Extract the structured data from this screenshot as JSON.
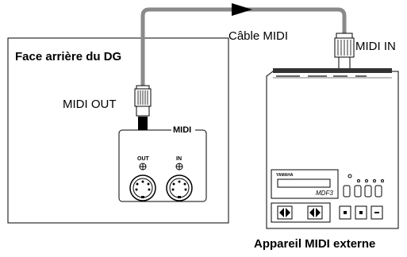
{
  "labels": {
    "rear_panel_title": "Face arrière du DG",
    "midi_out": "MIDI OUT",
    "midi_cable": "Câble MIDI",
    "midi_in": "MIDI IN",
    "device_caption": "Appareil MIDI externe",
    "port_group": "MIDI",
    "out_port": "OUT",
    "in_port": "IN",
    "device_brand": "YAMAHA",
    "device_model": "MDF3"
  },
  "colors": {
    "cable": "#8a8a8a",
    "line": "#000000",
    "background": "#ffffff",
    "device_body": "#ffffff"
  }
}
